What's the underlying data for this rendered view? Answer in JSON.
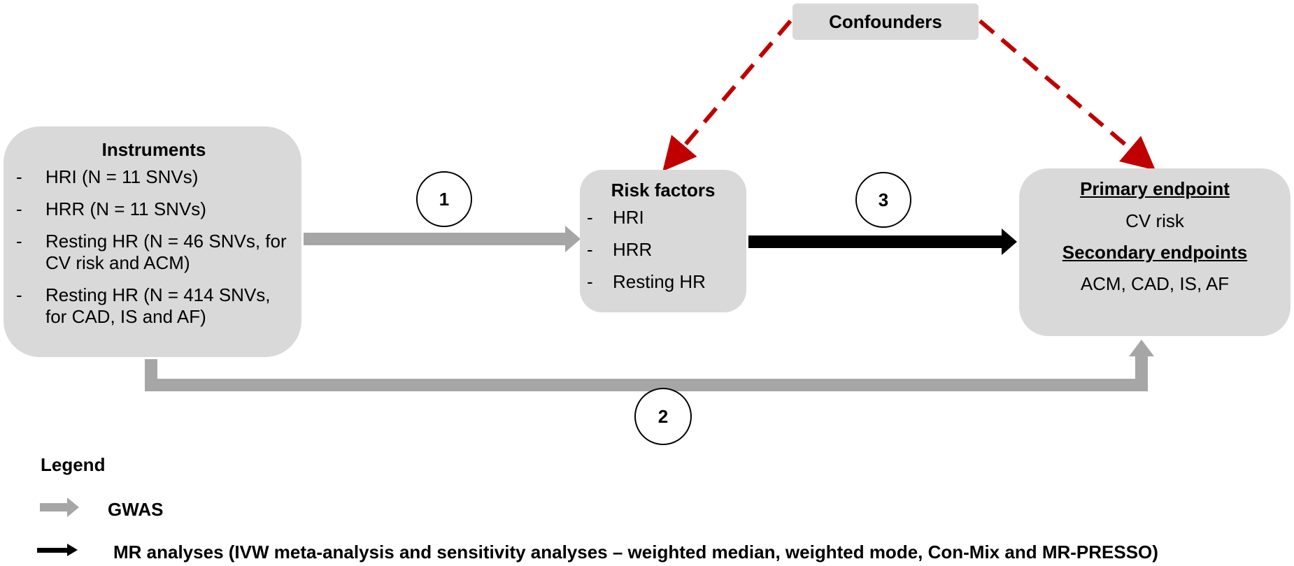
{
  "confounders": {
    "label": "Confounders"
  },
  "instruments": {
    "title": "Instruments",
    "items": [
      "HRI (N = 11 SNVs)",
      "HRR (N = 11 SNVs)",
      "Resting HR (N = 46 SNVs, for CV risk and ACM)",
      "Resting HR (N = 414 SNVs, for CAD, IS and AF)"
    ]
  },
  "risk_factors": {
    "title": "Risk factors",
    "items": [
      "HRI",
      "HRR",
      "Resting HR"
    ]
  },
  "endpoints": {
    "primary_title": "Primary endpoint",
    "primary_text": "CV risk",
    "secondary_title": "Secondary endpoints",
    "secondary_text": "ACM, CAD, IS, AF"
  },
  "path_labels": {
    "one": "1",
    "two": "2",
    "three": "3"
  },
  "legend": {
    "title": "Legend",
    "gwas": "GWAS",
    "mr": "MR analyses (IVW meta-analysis and sensitivity analyses – weighted median, weighted mode, Con-Mix and MR-PRESSO)"
  },
  "colors": {
    "box_fill": "#d9d9d9",
    "gwas_arrow": "#a6a6a6",
    "mr_arrow": "#000000",
    "confounder_arrow": "#c00000"
  },
  "dash_marker": "-"
}
